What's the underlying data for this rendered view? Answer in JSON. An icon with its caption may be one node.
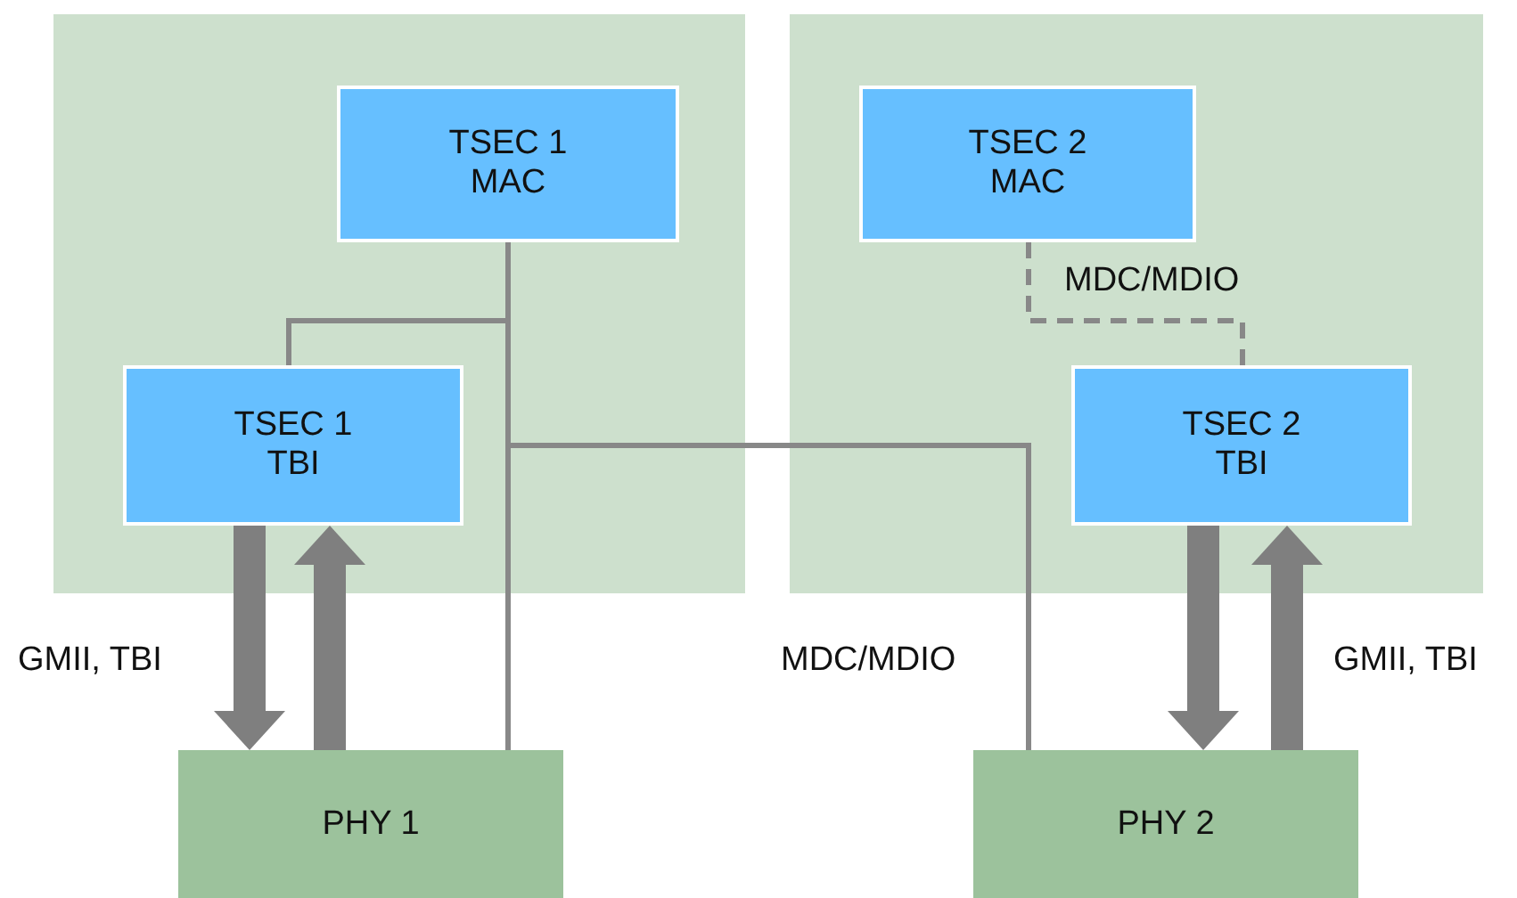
{
  "diagram": {
    "nodes": [
      {
        "text": [],
        "shape": "box"
      },
      {
        "text": [
          "TSEC 1 MAC"
        ],
        "in": 0
      },
      {
        "text": [
          "TSEC 1 TBI"
        ],
        "in": 0
      },
      {
        "text": [],
        "shape": "box"
      },
      {
        "text": [
          "TSEC 2 MAC"
        ],
        "in": 3
      },
      {
        "text": [
          "TSEC 2 TBI"
        ],
        "in": 3
      },
      {
        "text": [
          "PHY 1"
        ]
      },
      {
        "text": [
          "PHY 2"
        ]
      }
    ],
    "edges": [
      {
        "from": 1,
        "to": 2,
        "arrow": "none"
      },
      {
        "from": 1,
        "to": 6,
        "arrow": "none"
      },
      {
        "from": 1,
        "to": 7,
        "arrow": "none",
        "label": "MDC/MDIO"
      },
      {
        "from": 4,
        "to": 5,
        "arrow": "none",
        "label": "MDC/MDIO",
        "style": "dashed"
      },
      {
        "from": 2,
        "to": 6,
        "arrow": "to",
        "style": "thick",
        "label": "GMII, TBI"
      },
      {
        "from": 6,
        "to": 2,
        "arrow": "to",
        "style": "thick"
      },
      {
        "from": 5,
        "to": 7,
        "arrow": "to",
        "style": "thick"
      },
      {
        "from": 7,
        "to": 5,
        "arrow": "to",
        "style": "thick",
        "label": "GMII, TBI"
      }
    ]
  }
}
